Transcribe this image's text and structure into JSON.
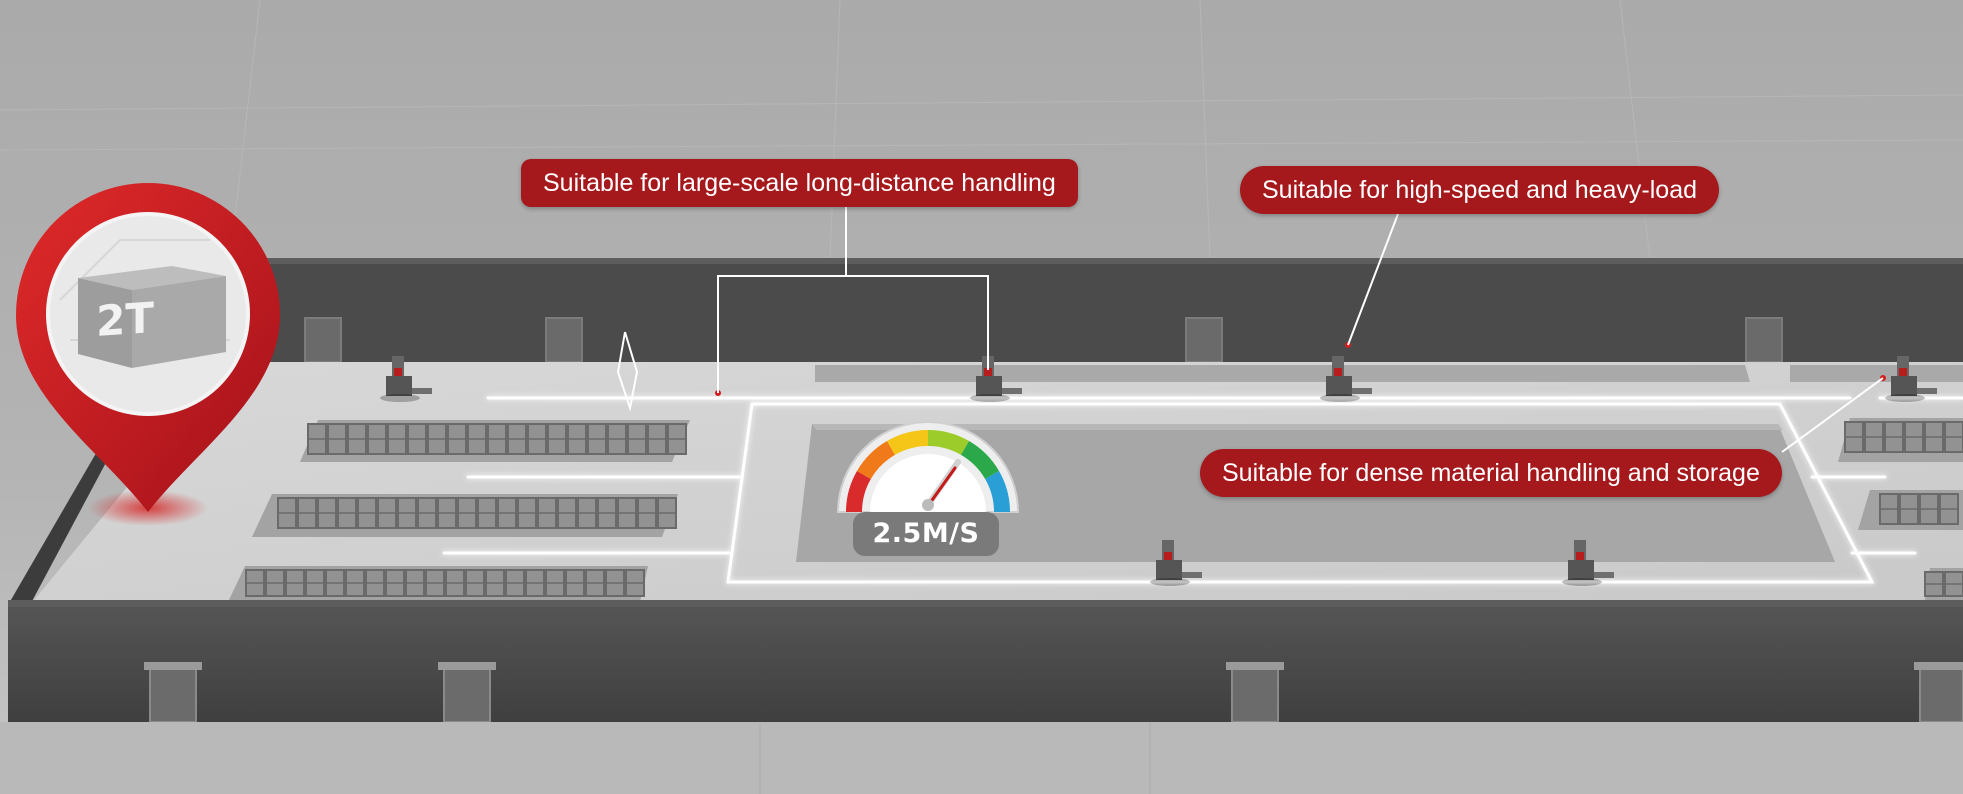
{
  "callouts": {
    "long_distance": "Suitable for large-scale long-distance  handling",
    "high_speed": "Suitable for high-speed and heavy-load",
    "dense_storage": "Suitable for dense material handling and storage"
  },
  "speedometer": {
    "value": "2.5M/S",
    "gauge_colors": [
      "#d92b2b",
      "#f07a1a",
      "#f5c518",
      "#9ccc2a",
      "#2aa84a",
      "#2a9fd6"
    ]
  },
  "location_marker": {
    "load_label": "2T",
    "color": "#c4171d"
  },
  "colors": {
    "accent": "#a5191c",
    "wall": "#4d4d4d",
    "floor": "#cfcfcf",
    "glow_line": "#ffffff"
  }
}
